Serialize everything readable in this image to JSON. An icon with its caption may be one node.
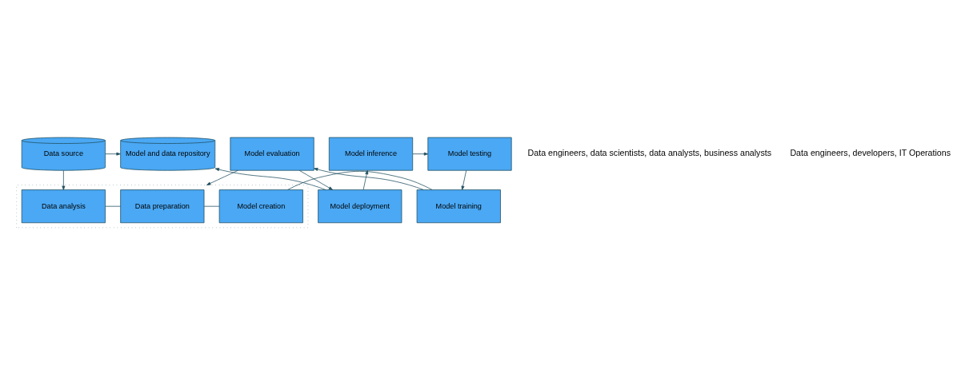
{
  "diagram": {
    "nodes": [
      {
        "text": [
          "Data source"
        ]
      },
      {
        "text": [],
        "shape": "box"
      },
      {
        "text": [
          "Data analysis"
        ],
        "in": 1
      },
      {
        "text": [
          "Data preparation"
        ],
        "in": 1
      },
      {
        "text": [
          "Model creation"
        ],
        "in": 1
      },
      {
        "text": [
          "Model evaluation"
        ]
      },
      {
        "text": [
          "Model and data repository"
        ]
      },
      {
        "text": [
          "Model training"
        ]
      },
      {
        "text": [
          "Model deployment"
        ]
      },
      {
        "text": [
          "Model testing"
        ]
      },
      {
        "text": [
          "Model inference"
        ]
      }
    ],
    "edges": [
      {
        "from": 0,
        "to": 2,
        "arrow": "to"
      },
      {
        "from": 0,
        "to": 6,
        "arrow": "to"
      },
      {
        "from": 2,
        "to": 3,
        "arrow": "none"
      },
      {
        "from": 3,
        "to": 4,
        "arrow": "none"
      },
      {
        "from": 4,
        "to": 7,
        "arrow": "none"
      },
      {
        "from": 5,
        "to": 1,
        "arrow": "to"
      },
      {
        "from": 7,
        "to": 5,
        "arrow": "to"
      },
      {
        "from": 5,
        "to": 8,
        "arrow": "to"
      },
      {
        "from": 8,
        "to": 6,
        "arrow": "to"
      },
      {
        "from": 8,
        "to": 10,
        "arrow": "to"
      },
      {
        "from": 10,
        "to": 9,
        "arrow": "to"
      },
      {
        "from": 9,
        "to": 7,
        "arrow": "to"
      }
    ],
    "labels": [
      "Data engineers, data scientists, data analysts, business analysts",
      "Data engineers, developers, IT Operations"
    ]
  }
}
